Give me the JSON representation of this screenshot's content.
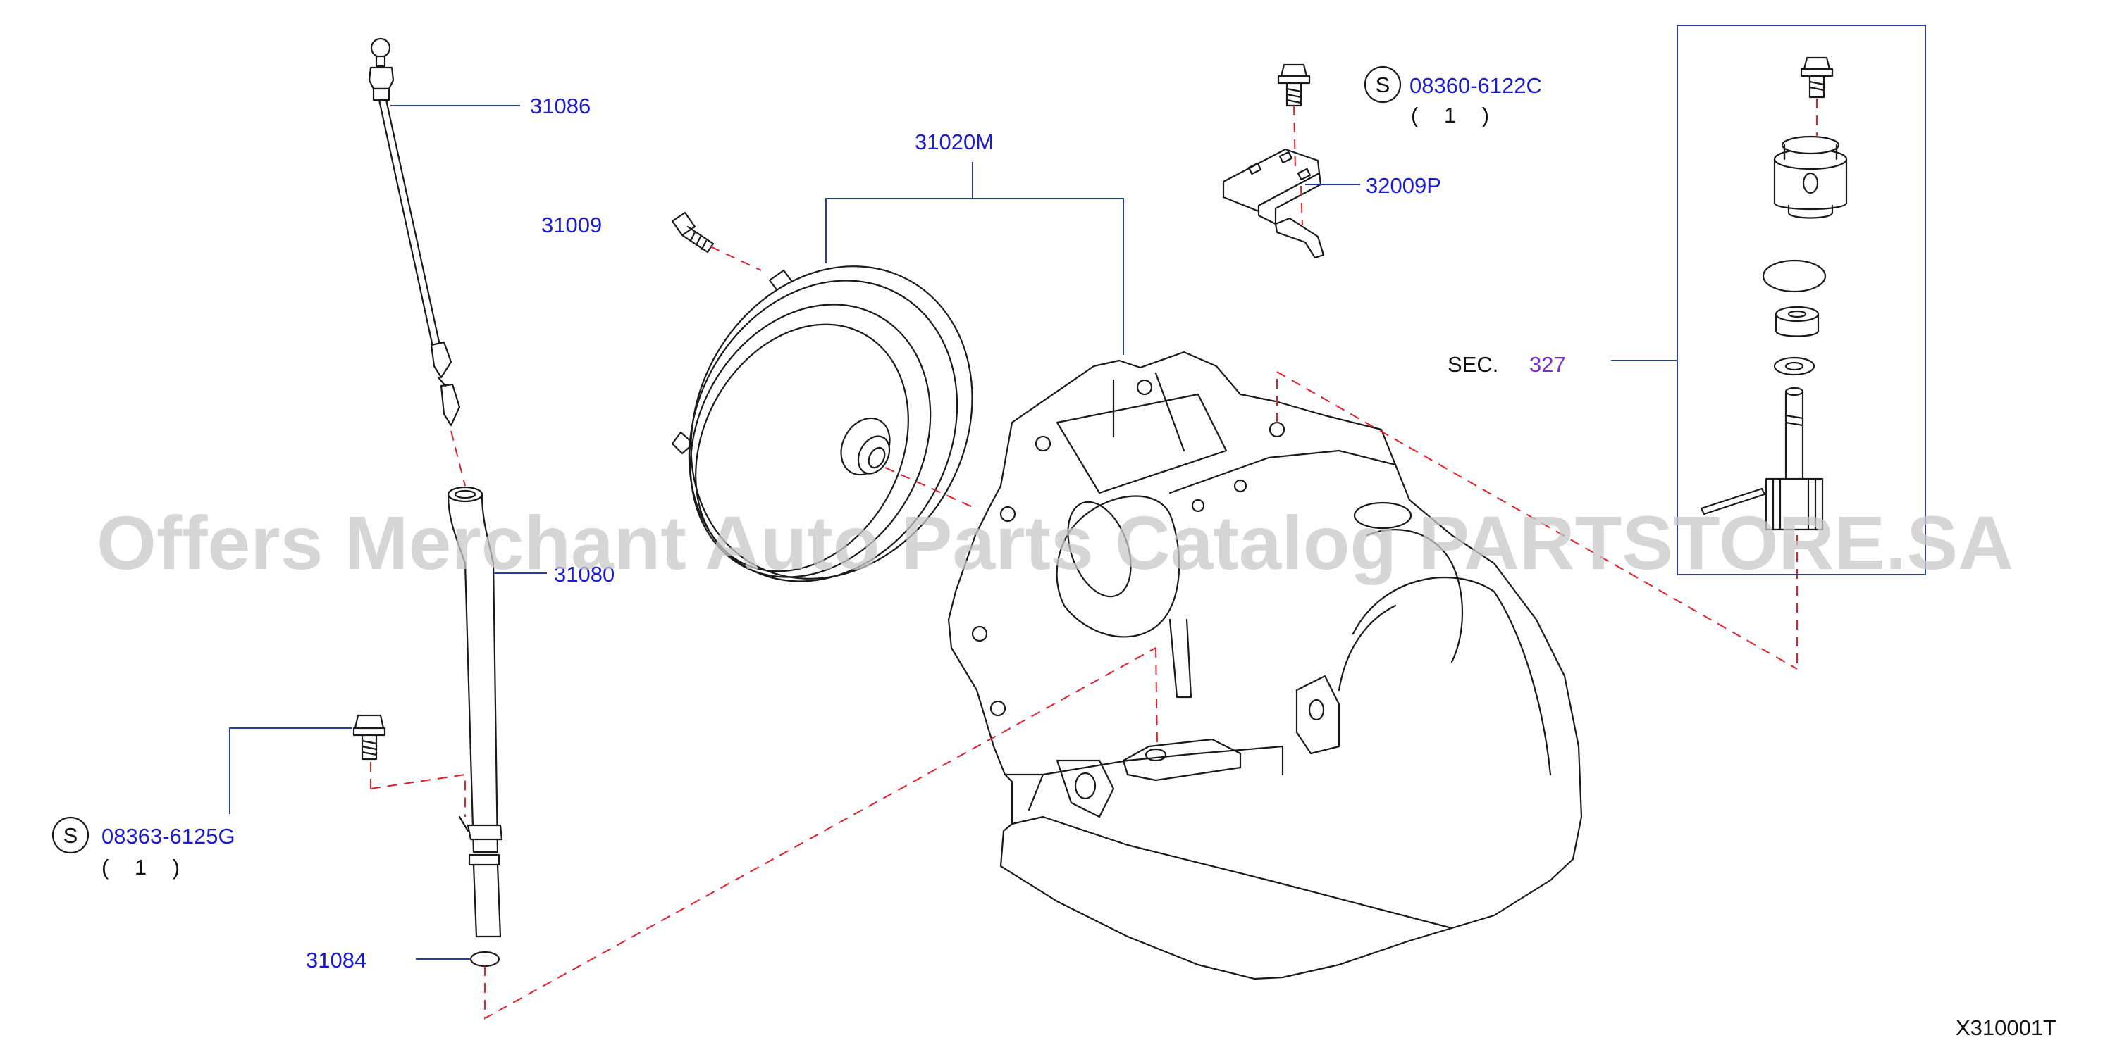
{
  "labels": {
    "p31086": "31086",
    "p31020m": "31020M",
    "p31009": "31009",
    "p31080": "31080",
    "p31084": "31084",
    "p32009p": "32009P",
    "bolt_top": "08360-6122C",
    "bolt_top_qty": "( 1 )",
    "bolt_left": "08363-6125G",
    "bolt_left_qty": "( 1 )",
    "sec_prefix": "SEC.",
    "sec_number": "327",
    "s_marker": "S",
    "diagram_code": "X310001T"
  },
  "watermark": "Offers Merchant Auto Parts Catalog PARTSTORE.SA",
  "colors": {
    "label": "#1a1ad0",
    "section_ref": "#7a2fd1",
    "leader": "#1f3f9a",
    "dash_line": "#e0202a",
    "watermark": "#c8c8c8"
  }
}
